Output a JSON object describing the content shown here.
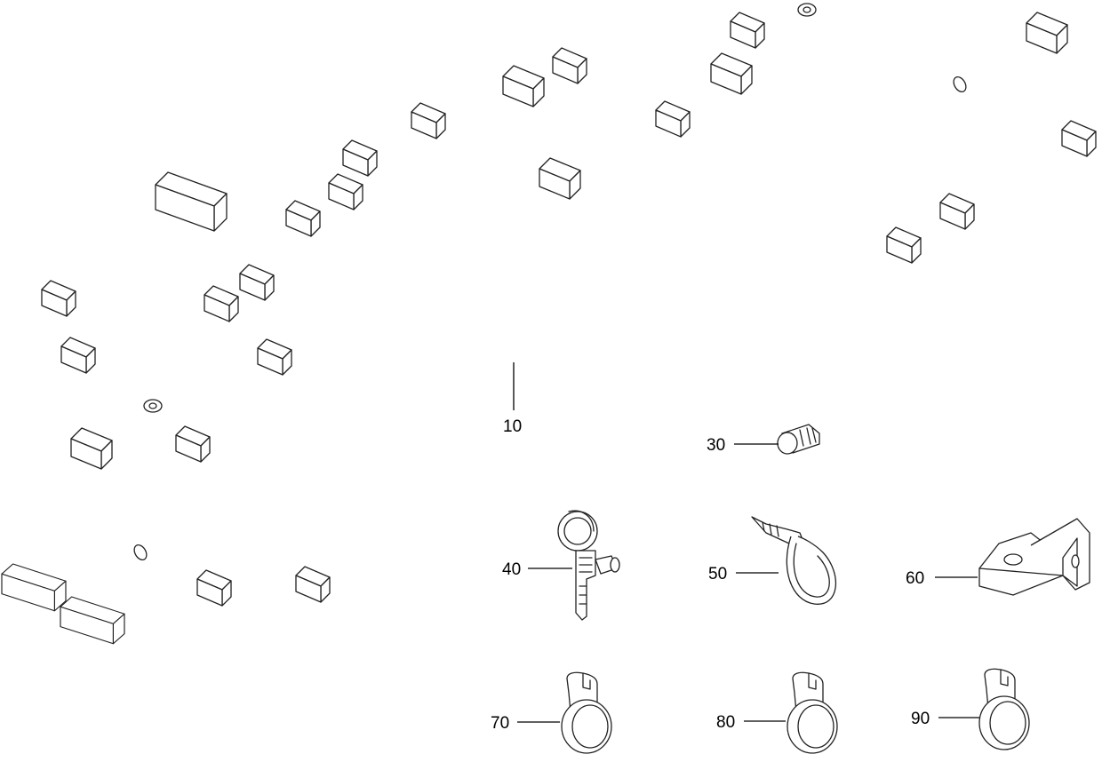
{
  "callouts": {
    "c10": "10",
    "c30": "30",
    "c40": "40",
    "c50": "50",
    "c60": "60",
    "c70": "70",
    "c80": "80",
    "c90": "90"
  },
  "line_color": "#222222",
  "background": "#ffffff"
}
